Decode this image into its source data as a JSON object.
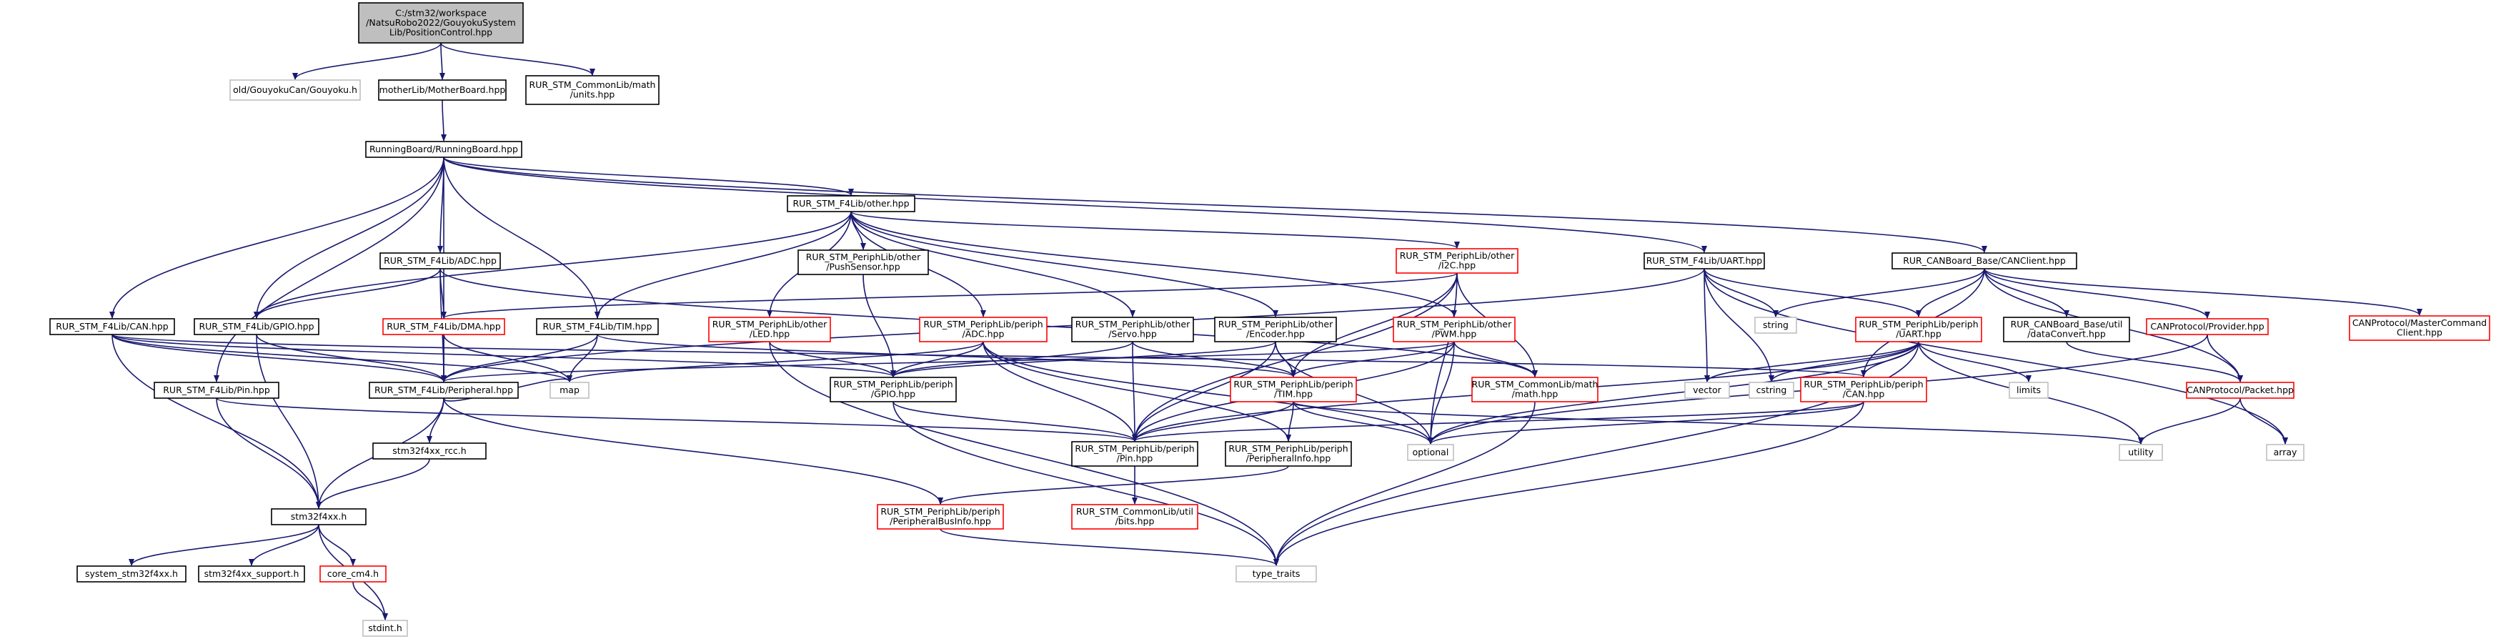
{
  "colors": {
    "edge": "#191970",
    "root_fill": "#bfbfbf",
    "default_border": "#000000",
    "incomplete_border": "#ff0000",
    "external_border": "#bfbfbf",
    "text": "#000000"
  },
  "nodes": [
    {
      "id": "root",
      "lines": [
        "C:/stm32/workspace",
        "/NatsuRobo2022/GouyokuSystem",
        "Lib/PositionControl.hpp"
      ],
      "kind": "root"
    },
    {
      "id": "gouyoku",
      "lines": [
        "old/GouyokuCan/Gouyoku.h"
      ],
      "kind": "external"
    },
    {
      "id": "motherboard",
      "lines": [
        "motherLib/MotherBoard.hpp"
      ],
      "kind": "normal"
    },
    {
      "id": "units",
      "lines": [
        "RUR_STM_CommonLib/math",
        "/units.hpp"
      ],
      "kind": "normal"
    },
    {
      "id": "runningboard",
      "lines": [
        "RunningBoard/RunningBoard.hpp"
      ],
      "kind": "normal"
    },
    {
      "id": "f4other",
      "lines": [
        "RUR_STM_F4Lib/other.hpp"
      ],
      "kind": "normal"
    },
    {
      "id": "f4adc",
      "lines": [
        "RUR_STM_F4Lib/ADC.hpp"
      ],
      "kind": "normal"
    },
    {
      "id": "pushsensor",
      "lines": [
        "RUR_STM_PeriphLib/other",
        "/PushSensor.hpp"
      ],
      "kind": "normal"
    },
    {
      "id": "led",
      "lines": [
        "RUR_STM_PeriphLib/other",
        "/LED.hpp"
      ],
      "kind": "incomplete"
    },
    {
      "id": "i2c",
      "lines": [
        "RUR_STM_PeriphLib/other",
        "/I2C.hpp"
      ],
      "kind": "incomplete"
    },
    {
      "id": "pwm",
      "lines": [
        "RUR_STM_PeriphLib/other",
        "/PWM.hpp"
      ],
      "kind": "incomplete"
    },
    {
      "id": "f4uart",
      "lines": [
        "RUR_STM_F4Lib/UART.hpp"
      ],
      "kind": "normal"
    },
    {
      "id": "canclient",
      "lines": [
        "RUR_CANBoard_Base/CANClient.hpp"
      ],
      "kind": "normal"
    },
    {
      "id": "mcclient",
      "lines": [
        "CANProtocol/MasterCommand",
        "Client.hpp"
      ],
      "kind": "incomplete"
    },
    {
      "id": "f4can",
      "lines": [
        "RUR_STM_F4Lib/CAN.hpp"
      ],
      "kind": "normal"
    },
    {
      "id": "f4gpio",
      "lines": [
        "RUR_STM_F4Lib/GPIO.hpp"
      ],
      "kind": "normal"
    },
    {
      "id": "f4dma",
      "lines": [
        "RUR_STM_F4Lib/DMA.hpp"
      ],
      "kind": "incomplete"
    },
    {
      "id": "f4tim",
      "lines": [
        "RUR_STM_F4Lib/TIM.hpp"
      ],
      "kind": "normal"
    },
    {
      "id": "adcperiph",
      "lines": [
        "RUR_STM_PeriphLib/periph",
        "/ADC.hpp"
      ],
      "kind": "incomplete"
    },
    {
      "id": "servo",
      "lines": [
        "RUR_STM_PeriphLib/other",
        "/Servo.hpp"
      ],
      "kind": "normal"
    },
    {
      "id": "encoder",
      "lines": [
        "RUR_STM_PeriphLib/other",
        "/Encoder.hpp"
      ],
      "kind": "normal"
    },
    {
      "id": "string",
      "lines": [
        "string"
      ],
      "kind": "external"
    },
    {
      "id": "uartperiph",
      "lines": [
        "RUR_STM_PeriphLib/periph",
        "/UART.hpp"
      ],
      "kind": "incomplete"
    },
    {
      "id": "dataconvert",
      "lines": [
        "RUR_CANBoard_Base/util",
        "/dataConvert.hpp"
      ],
      "kind": "normal"
    },
    {
      "id": "provider",
      "lines": [
        "CANProtocol/Provider.hpp"
      ],
      "kind": "incomplete"
    },
    {
      "id": "f4pin",
      "lines": [
        "RUR_STM_F4Lib/Pin.hpp"
      ],
      "kind": "normal"
    },
    {
      "id": "peripheral",
      "lines": [
        "RUR_STM_F4Lib/Peripheral.hpp"
      ],
      "kind": "normal"
    },
    {
      "id": "map",
      "lines": [
        "map"
      ],
      "kind": "external"
    },
    {
      "id": "gpioperiph",
      "lines": [
        "RUR_STM_PeriphLib/periph",
        "/GPIO.hpp"
      ],
      "kind": "normal"
    },
    {
      "id": "timperiph",
      "lines": [
        "RUR_STM_PeriphLib/periph",
        "/TIM.hpp"
      ],
      "kind": "incomplete"
    },
    {
      "id": "mathhpp",
      "lines": [
        "RUR_STM_CommonLib/math",
        "/math.hpp"
      ],
      "kind": "incomplete"
    },
    {
      "id": "vector",
      "lines": [
        "vector"
      ],
      "kind": "external"
    },
    {
      "id": "cstring",
      "lines": [
        "cstring"
      ],
      "kind": "external"
    },
    {
      "id": "canperiph",
      "lines": [
        "RUR_STM_PeriphLib/periph",
        "/CAN.hpp"
      ],
      "kind": "incomplete"
    },
    {
      "id": "limits",
      "lines": [
        "limits"
      ],
      "kind": "external"
    },
    {
      "id": "packet",
      "lines": [
        "CANProtocol/Packet.hpp"
      ],
      "kind": "incomplete"
    },
    {
      "id": "optional",
      "lines": [
        "optional"
      ],
      "kind": "external"
    },
    {
      "id": "utility",
      "lines": [
        "utility"
      ],
      "kind": "external"
    },
    {
      "id": "array",
      "lines": [
        "array"
      ],
      "kind": "external"
    },
    {
      "id": "rcc",
      "lines": [
        "stm32f4xx_rcc.h"
      ],
      "kind": "normal"
    },
    {
      "id": "pinperiph",
      "lines": [
        "RUR_STM_PeriphLib/periph",
        "/Pin.hpp"
      ],
      "kind": "normal"
    },
    {
      "id": "periphinfo",
      "lines": [
        "RUR_STM_PeriphLib/periph",
        "/PeripheralInfo.hpp"
      ],
      "kind": "normal"
    },
    {
      "id": "stm32f4xx",
      "lines": [
        "stm32f4xx.h"
      ],
      "kind": "normal"
    },
    {
      "id": "bits",
      "lines": [
        "RUR_STM_CommonLib/util",
        "/bits.hpp"
      ],
      "kind": "incomplete"
    },
    {
      "id": "periphbus",
      "lines": [
        "RUR_STM_PeriphLib/periph",
        "/PeripheralBusInfo.hpp"
      ],
      "kind": "incomplete"
    },
    {
      "id": "systemstm",
      "lines": [
        "system_stm32f4xx.h"
      ],
      "kind": "normal"
    },
    {
      "id": "support",
      "lines": [
        "stm32f4xx_support.h"
      ],
      "kind": "normal"
    },
    {
      "id": "corecm4",
      "lines": [
        "core_cm4.h"
      ],
      "kind": "incomplete"
    },
    {
      "id": "typetraits",
      "lines": [
        "type_traits"
      ],
      "kind": "external"
    },
    {
      "id": "stdint",
      "lines": [
        "stdint.h"
      ],
      "kind": "external"
    }
  ],
  "edges": [
    [
      "root",
      "gouyoku"
    ],
    [
      "root",
      "motherboard"
    ],
    [
      "root",
      "units"
    ],
    [
      "motherboard",
      "runningboard"
    ],
    [
      "runningboard",
      "f4other"
    ],
    [
      "runningboard",
      "f4adc"
    ],
    [
      "runningboard",
      "f4uart"
    ],
    [
      "runningboard",
      "canclient"
    ],
    [
      "runningboard",
      "f4can"
    ],
    [
      "runningboard",
      "f4gpio"
    ],
    [
      "runningboard",
      "f4tim"
    ],
    [
      "runningboard",
      "f4pin"
    ],
    [
      "runningboard",
      "peripheral"
    ],
    [
      "f4other",
      "pushsensor"
    ],
    [
      "f4other",
      "led"
    ],
    [
      "f4other",
      "i2c"
    ],
    [
      "f4other",
      "pwm"
    ],
    [
      "f4other",
      "servo"
    ],
    [
      "f4other",
      "encoder"
    ],
    [
      "f4other",
      "adcperiph"
    ],
    [
      "f4other",
      "f4gpio"
    ],
    [
      "f4other",
      "f4tim"
    ],
    [
      "f4adc",
      "f4dma"
    ],
    [
      "f4adc",
      "f4gpio"
    ],
    [
      "f4adc",
      "peripheral"
    ],
    [
      "f4adc",
      "mathhpp"
    ],
    [
      "pushsensor",
      "gpioperiph"
    ],
    [
      "led",
      "gpioperiph"
    ],
    [
      "led",
      "typetraits"
    ],
    [
      "i2c",
      "f4dma"
    ],
    [
      "i2c",
      "timperiph"
    ],
    [
      "i2c",
      "pinperiph"
    ],
    [
      "i2c",
      "mathhpp"
    ],
    [
      "i2c",
      "optional"
    ],
    [
      "pwm",
      "timperiph"
    ],
    [
      "pwm",
      "pinperiph"
    ],
    [
      "pwm",
      "mathhpp"
    ],
    [
      "pwm",
      "optional"
    ],
    [
      "pwm",
      "peripheral"
    ],
    [
      "f4uart",
      "peripheral"
    ],
    [
      "f4uart",
      "string"
    ],
    [
      "f4uart",
      "vector"
    ],
    [
      "f4uart",
      "cstring"
    ],
    [
      "f4uart",
      "uartperiph"
    ],
    [
      "f4uart",
      "array"
    ],
    [
      "canclient",
      "string"
    ],
    [
      "canclient",
      "uartperiph"
    ],
    [
      "canclient",
      "dataconvert"
    ],
    [
      "canclient",
      "provider"
    ],
    [
      "canclient",
      "packet"
    ],
    [
      "canclient",
      "mcclient"
    ],
    [
      "canclient",
      "canperiph"
    ],
    [
      "f4can",
      "peripheral"
    ],
    [
      "f4can",
      "map"
    ],
    [
      "f4can",
      "gpioperiph"
    ],
    [
      "f4can",
      "stm32f4xx"
    ],
    [
      "f4can",
      "canperiph"
    ],
    [
      "f4gpio",
      "peripheral"
    ],
    [
      "f4gpio",
      "stm32f4xx"
    ],
    [
      "f4dma",
      "peripheral"
    ],
    [
      "f4dma",
      "map"
    ],
    [
      "f4tim",
      "peripheral"
    ],
    [
      "f4tim",
      "map"
    ],
    [
      "f4tim",
      "timperiph"
    ],
    [
      "adcperiph",
      "gpioperiph"
    ],
    [
      "adcperiph",
      "pinperiph"
    ],
    [
      "adcperiph",
      "periphinfo"
    ],
    [
      "adcperiph",
      "map"
    ],
    [
      "adcperiph",
      "optional"
    ],
    [
      "servo",
      "timperiph"
    ],
    [
      "servo",
      "pinperiph"
    ],
    [
      "servo",
      "gpioperiph"
    ],
    [
      "encoder",
      "timperiph"
    ],
    [
      "encoder",
      "pinperiph"
    ],
    [
      "encoder",
      "optional"
    ],
    [
      "encoder",
      "gpioperiph"
    ],
    [
      "uartperiph",
      "pinperiph"
    ],
    [
      "uartperiph",
      "optional"
    ],
    [
      "uartperiph",
      "utility"
    ],
    [
      "uartperiph",
      "vector"
    ],
    [
      "uartperiph",
      "cstring"
    ],
    [
      "uartperiph",
      "limits"
    ],
    [
      "uartperiph",
      "typetraits"
    ],
    [
      "uartperiph",
      "canperiph"
    ],
    [
      "dataconvert",
      "packet"
    ],
    [
      "provider",
      "packet"
    ],
    [
      "provider",
      "optional"
    ],
    [
      "f4pin",
      "stm32f4xx"
    ],
    [
      "f4pin",
      "pinperiph"
    ],
    [
      "peripheral",
      "rcc"
    ],
    [
      "peripheral",
      "stm32f4xx"
    ],
    [
      "peripheral",
      "periphbus"
    ],
    [
      "peripheral",
      "map"
    ],
    [
      "gpioperiph",
      "pinperiph"
    ],
    [
      "gpioperiph",
      "typetraits"
    ],
    [
      "timperiph",
      "pinperiph"
    ],
    [
      "timperiph",
      "periphinfo"
    ],
    [
      "timperiph",
      "optional"
    ],
    [
      "timperiph",
      "utility"
    ],
    [
      "mathhpp",
      "typetraits"
    ],
    [
      "canperiph",
      "pinperiph"
    ],
    [
      "canperiph",
      "optional"
    ],
    [
      "canperiph",
      "typetraits"
    ],
    [
      "packet",
      "utility"
    ],
    [
      "packet",
      "array"
    ],
    [
      "rcc",
      "stm32f4xx"
    ],
    [
      "pinperiph",
      "bits"
    ],
    [
      "periphinfo",
      "periphbus"
    ],
    [
      "stm32f4xx",
      "systemstm"
    ],
    [
      "stm32f4xx",
      "support"
    ],
    [
      "stm32f4xx",
      "corecm4"
    ],
    [
      "stm32f4xx",
      "stdint"
    ],
    [
      "periphbus",
      "typetraits"
    ],
    [
      "corecm4",
      "stdint"
    ]
  ]
}
